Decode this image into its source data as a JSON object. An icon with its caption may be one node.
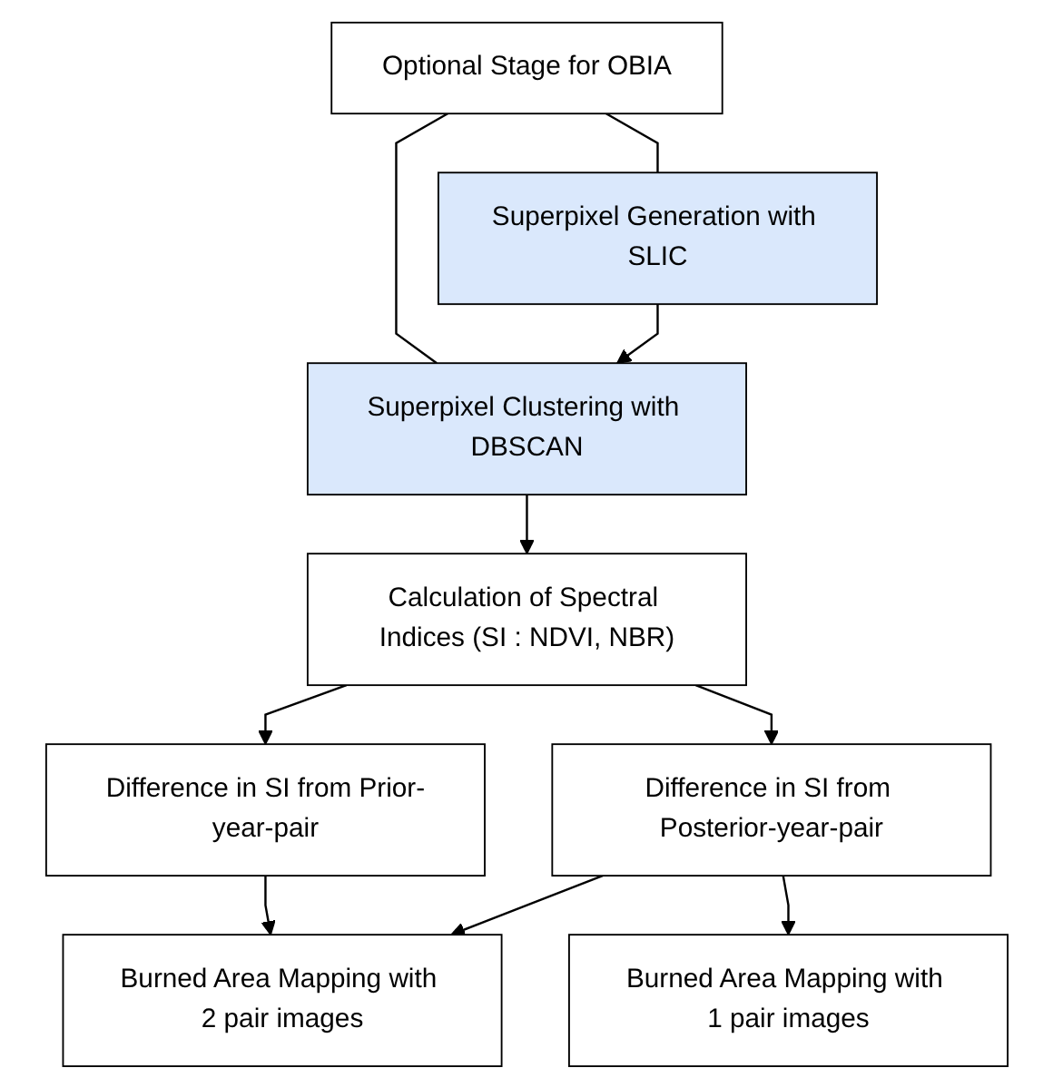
{
  "diagram": {
    "nodes": [
      {
        "text": [
          "Optional Stage for OBIA"
        ]
      },
      {
        "text": [
          "Superpixel Generation with SLIC"
        ]
      },
      {
        "text": [
          "Superpixel Clustering with DBSCAN"
        ]
      },
      {
        "text": [
          "Calculation of Spectral Indices (SI : NDVI, NBR)"
        ]
      },
      {
        "text": [
          "Difference in SI from Prior-year-pair"
        ]
      },
      {
        "text": [
          "Difference in SI from Posterior-year-pair"
        ]
      },
      {
        "text": [
          "Burned Area Mapping with 2 pair images"
        ]
      },
      {
        "text": [
          "Burned Area Mapping with 1 pair images"
        ]
      }
    ],
    "edges": [
      {
        "from": 0,
        "to": 1,
        "arrow": "none"
      },
      {
        "from": 0,
        "to": 2,
        "arrow": "none"
      },
      {
        "from": 1,
        "to": 2,
        "arrow": "to"
      },
      {
        "from": 2,
        "to": 3,
        "arrow": "to"
      },
      {
        "from": 3,
        "to": 4,
        "arrow": "to"
      },
      {
        "from": 3,
        "to": 5,
        "arrow": "to"
      },
      {
        "from": 4,
        "to": 6,
        "arrow": "to"
      },
      {
        "from": 5,
        "to": 6,
        "arrow": "to"
      },
      {
        "from": 5,
        "to": 7,
        "arrow": "to"
      }
    ]
  }
}
